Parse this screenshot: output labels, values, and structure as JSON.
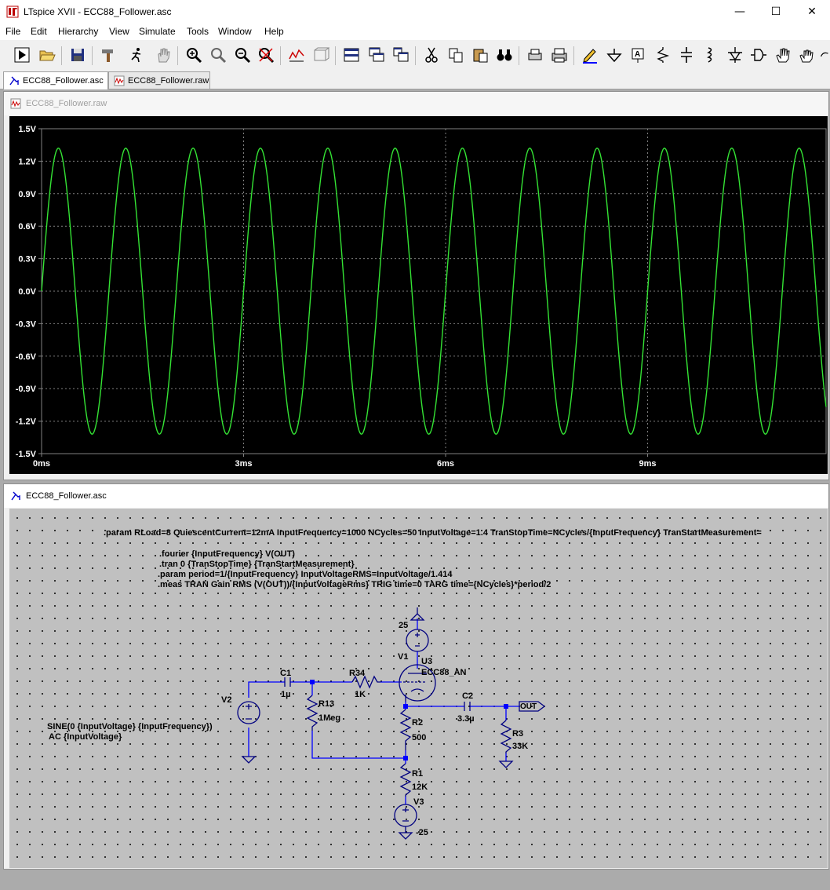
{
  "window": {
    "title": "LTspice XVII - ECC88_Follower.asc",
    "minimize": "—",
    "maximize": "☐",
    "close": "✕"
  },
  "menu": [
    "File",
    "Edit",
    "Hierarchy",
    "View",
    "Simulate",
    "Tools",
    "Window",
    "Help"
  ],
  "tabs": [
    {
      "label": "ECC88_Follower.asc",
      "icon": "schematic-icon"
    },
    {
      "label": "ECC88_Follower.raw",
      "icon": "waveform-icon"
    }
  ],
  "waveform_window": {
    "title": "ECC88_Follower.raw"
  },
  "schematic_window": {
    "title": "ECC88_Follower.asc"
  },
  "colors": {
    "trace": "#34e334",
    "plot_bg": "#000000",
    "grid": "#808080",
    "wire": "#0000ff",
    "component": "#000080",
    "schematic_bg": "#c0c0c0"
  },
  "chart_data": {
    "type": "line",
    "title": "",
    "xlabel": "",
    "ylabel": "",
    "x_ticks": [
      "0ms",
      "3ms",
      "6ms",
      "9ms"
    ],
    "y_ticks": [
      "1.5V",
      "1.2V",
      "0.9V",
      "0.6V",
      "0.3V",
      "0.0V",
      "-0.3V",
      "-0.6V",
      "-0.9V",
      "-1.2V",
      "-1.5V"
    ],
    "xlim": [
      0,
      11.65
    ],
    "ylim": [
      -1.5,
      1.5
    ],
    "grid": true,
    "series": [
      {
        "function": "sine",
        "amplitude": 1.32,
        "frequency_hz": 1000,
        "phase": 0,
        "x_unit": "ms",
        "y_unit": "V"
      }
    ]
  },
  "directives": {
    "param1": ".param RLoad=8 QuiescentCurrent=12mA InputFrequency=1000 NCycles=50 InputVoltage=1.4 TranStopTime=NCycles/{InputFrequency} TranStartMeasurement=",
    "fourier": ".fourier {InputFrequency} V(OUT)",
    "tran": ".tran 0 {TranStopTime} {TranStartMeasurement}",
    "param2": ".param period=1/{InputFrequency} InputVoltageRMS=InputVoltage/1.414",
    "meas": ".meas TRAN Gain RMS (V(OUT))/{InputVoltageRms} TRIG time=0 TARG time={NCycles}*period/2"
  },
  "components": {
    "v1": {
      "name": "V1",
      "value": "25"
    },
    "u3": {
      "name": "U3",
      "value": "ECC88_AN"
    },
    "c1": {
      "name": "C1",
      "value": "1µ"
    },
    "r34": {
      "name": "R34",
      "value": "1K"
    },
    "v2": {
      "name": "V2",
      "line1": "SINE(0 {InputVoltage} {InputFrequency})",
      "line2": "AC {InputVoltage}"
    },
    "r13": {
      "name": "R13",
      "value": "1Meg"
    },
    "c2": {
      "name": "C2",
      "value": "3.3µ"
    },
    "out": {
      "label": "OUT"
    },
    "r3": {
      "name": "R3",
      "value": "33K"
    },
    "r2": {
      "name": "R2",
      "value": "500"
    },
    "r1": {
      "name": "R1",
      "value": "12K"
    },
    "v3": {
      "name": "V3",
      "value": "-25"
    }
  }
}
